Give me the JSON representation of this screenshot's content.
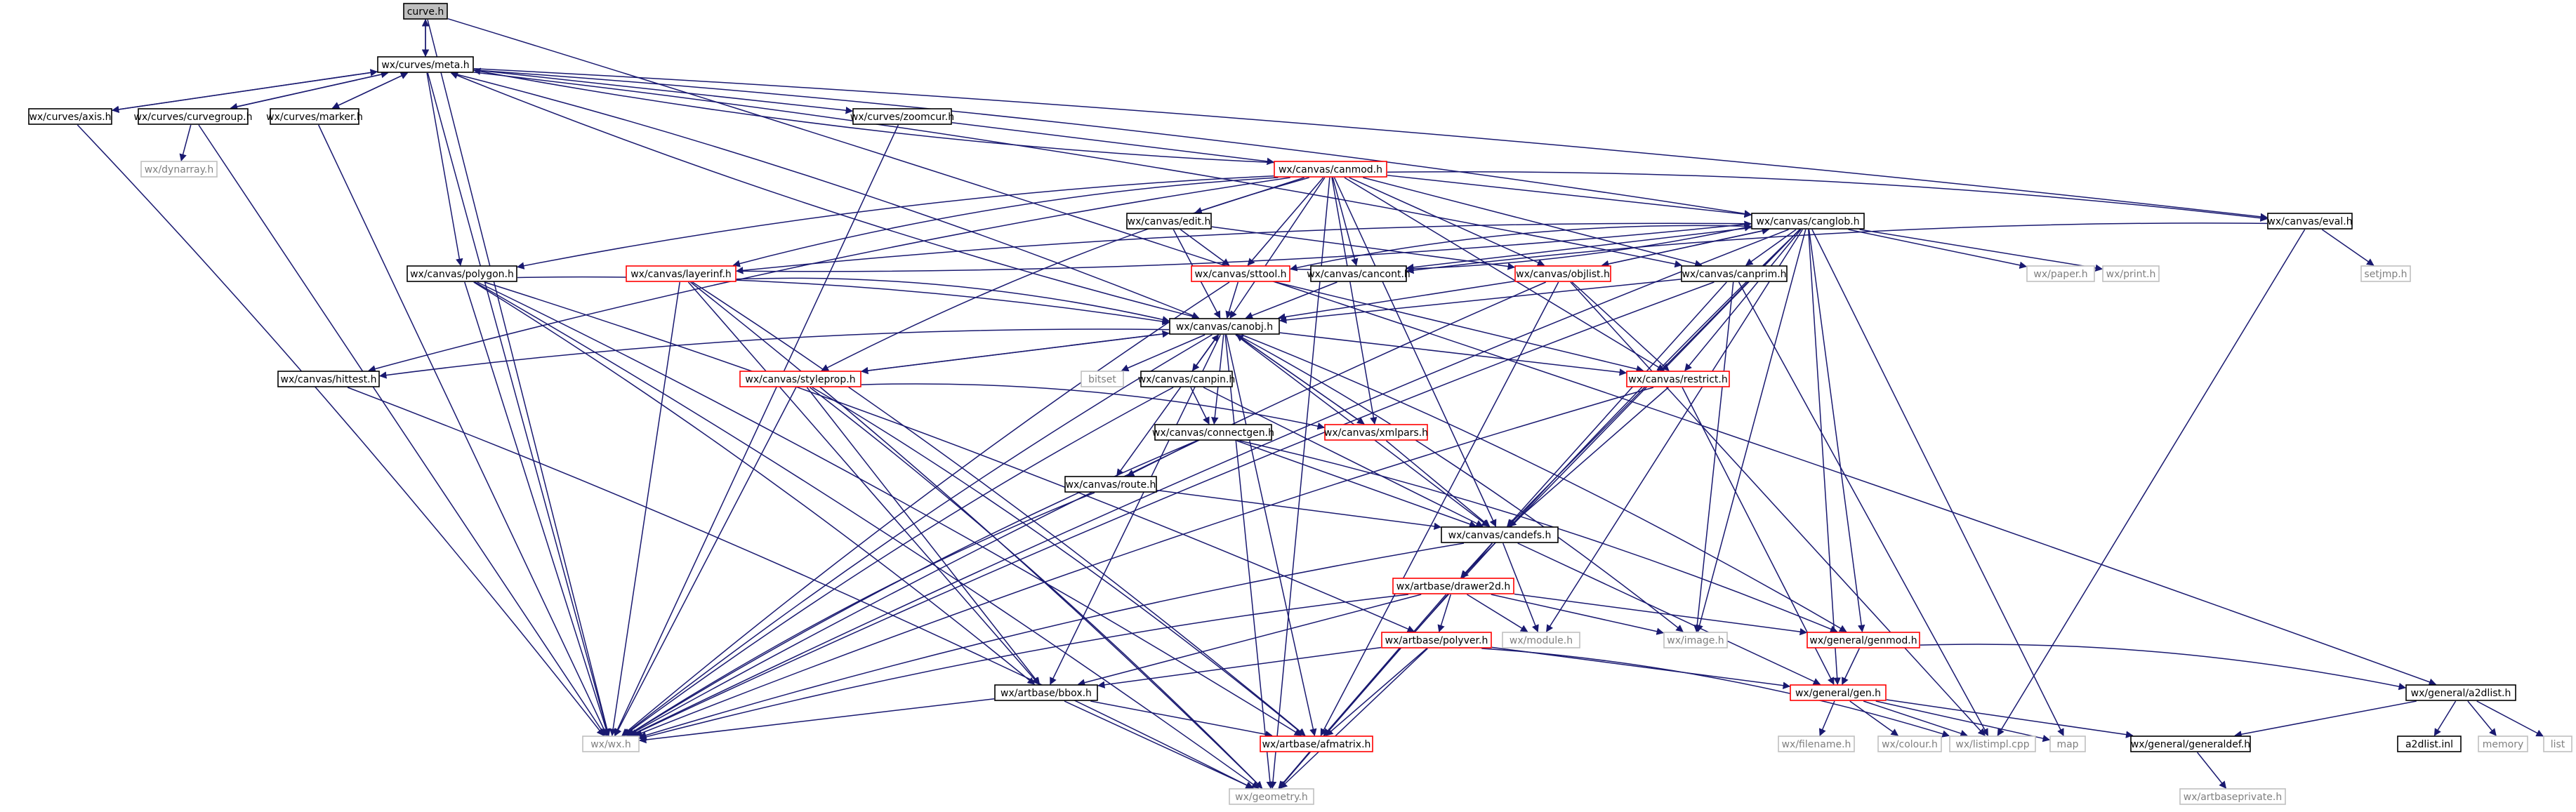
{
  "colors": {
    "edge": "#191970",
    "node_border": "#000000",
    "node_border_incomplete": "#ff0000",
    "external_border": "#bfbfbf",
    "external_text": "#7f7f7f",
    "root_fill": "#bfbfbf",
    "text": "#000000"
  },
  "nodes": [
    {
      "id": "curve",
      "label": "curve.h",
      "kind": "root"
    },
    {
      "id": "meta",
      "label": "wx/curves/meta.h",
      "kind": "normal"
    },
    {
      "id": "axis",
      "label": "wx/curves/axis.h",
      "kind": "normal"
    },
    {
      "id": "curvegroup",
      "label": "wx/curves/curvegroup.h",
      "kind": "normal"
    },
    {
      "id": "marker",
      "label": "wx/curves/marker.h",
      "kind": "normal"
    },
    {
      "id": "zoomcur",
      "label": "wx/curves/zoomcur.h",
      "kind": "normal"
    },
    {
      "id": "dynarray",
      "label": "wx/dynarray.h",
      "kind": "external"
    },
    {
      "id": "canmod",
      "label": "wx/canvas/canmod.h",
      "kind": "incomplete"
    },
    {
      "id": "edit",
      "label": "wx/canvas/edit.h",
      "kind": "normal"
    },
    {
      "id": "canglob",
      "label": "wx/canvas/canglob.h",
      "kind": "normal"
    },
    {
      "id": "eval",
      "label": "wx/canvas/eval.h",
      "kind": "normal"
    },
    {
      "id": "setjmp",
      "label": "setjmp.h",
      "kind": "external"
    },
    {
      "id": "polygon",
      "label": "wx/canvas/polygon.h",
      "kind": "normal"
    },
    {
      "id": "layerinf",
      "label": "wx/canvas/layerinf.h",
      "kind": "incomplete"
    },
    {
      "id": "sttool",
      "label": "wx/canvas/sttool.h",
      "kind": "incomplete"
    },
    {
      "id": "cancont",
      "label": "wx/canvas/cancont.h",
      "kind": "normal"
    },
    {
      "id": "objlist",
      "label": "wx/canvas/objlist.h",
      "kind": "incomplete"
    },
    {
      "id": "canprim",
      "label": "wx/canvas/canprim.h",
      "kind": "normal"
    },
    {
      "id": "paper",
      "label": "wx/paper.h",
      "kind": "external"
    },
    {
      "id": "print",
      "label": "wx/print.h",
      "kind": "external"
    },
    {
      "id": "canobj",
      "label": "wx/canvas/canobj.h",
      "kind": "normal"
    },
    {
      "id": "hittest",
      "label": "wx/canvas/hittest.h",
      "kind": "normal"
    },
    {
      "id": "styleprop",
      "label": "wx/canvas/styleprop.h",
      "kind": "incomplete"
    },
    {
      "id": "bitset",
      "label": "bitset",
      "kind": "external"
    },
    {
      "id": "canpin",
      "label": "wx/canvas/canpin.h",
      "kind": "normal"
    },
    {
      "id": "restrict",
      "label": "wx/canvas/restrict.h",
      "kind": "incomplete"
    },
    {
      "id": "xmlpars",
      "label": "wx/canvas/xmlpars.h",
      "kind": "incomplete"
    },
    {
      "id": "connectgen",
      "label": "wx/canvas/connectgen.h",
      "kind": "normal"
    },
    {
      "id": "route",
      "label": "wx/canvas/route.h",
      "kind": "normal"
    },
    {
      "id": "candefs",
      "label": "wx/canvas/candefs.h",
      "kind": "normal"
    },
    {
      "id": "drawer2d",
      "label": "wx/artbase/drawer2d.h",
      "kind": "incomplete"
    },
    {
      "id": "polyver",
      "label": "wx/artbase/polyver.h",
      "kind": "incomplete"
    },
    {
      "id": "module",
      "label": "wx/module.h",
      "kind": "external"
    },
    {
      "id": "image",
      "label": "wx/image.h",
      "kind": "external"
    },
    {
      "id": "genmod",
      "label": "wx/general/genmod.h",
      "kind": "incomplete"
    },
    {
      "id": "bbox",
      "label": "wx/artbase/bbox.h",
      "kind": "normal"
    },
    {
      "id": "gen",
      "label": "wx/general/gen.h",
      "kind": "incomplete"
    },
    {
      "id": "a2dlist",
      "label": "wx/general/a2dlist.h",
      "kind": "normal"
    },
    {
      "id": "wx",
      "label": "wx/wx.h",
      "kind": "external"
    },
    {
      "id": "afmatrix",
      "label": "wx/artbase/afmatrix.h",
      "kind": "incomplete"
    },
    {
      "id": "filename",
      "label": "wx/filename.h",
      "kind": "external"
    },
    {
      "id": "colour",
      "label": "wx/colour.h",
      "kind": "external"
    },
    {
      "id": "listimpl",
      "label": "wx/listimpl.cpp",
      "kind": "external"
    },
    {
      "id": "map",
      "label": "map",
      "kind": "external"
    },
    {
      "id": "generaldef",
      "label": "wx/general/generaldef.h",
      "kind": "normal"
    },
    {
      "id": "a2dlistinl",
      "label": "a2dlist.inl",
      "kind": "normal"
    },
    {
      "id": "memory",
      "label": "memory",
      "kind": "external"
    },
    {
      "id": "list",
      "label": "list",
      "kind": "external"
    },
    {
      "id": "geometry",
      "label": "wx/geometry.h",
      "kind": "external"
    },
    {
      "id": "artbaseprivate",
      "label": "wx/artbaseprivate.h",
      "kind": "external"
    }
  ],
  "edges": [
    [
      "curve",
      "meta"
    ],
    [
      "curve",
      "wx"
    ],
    [
      "curve",
      "a2dlist"
    ],
    [
      "meta",
      "curve"
    ],
    [
      "meta",
      "axis"
    ],
    [
      "meta",
      "curvegroup"
    ],
    [
      "meta",
      "marker"
    ],
    [
      "meta",
      "zoomcur"
    ],
    [
      "meta",
      "polygon"
    ],
    [
      "meta",
      "canglob"
    ],
    [
      "meta",
      "eval"
    ],
    [
      "meta",
      "canobj"
    ],
    [
      "meta",
      "canprim"
    ],
    [
      "meta",
      "wx"
    ],
    [
      "axis",
      "meta"
    ],
    [
      "axis",
      "wx"
    ],
    [
      "curvegroup",
      "meta"
    ],
    [
      "curvegroup",
      "dynarray"
    ],
    [
      "curvegroup",
      "wx"
    ],
    [
      "marker",
      "meta"
    ],
    [
      "marker",
      "wx"
    ],
    [
      "zoomcur",
      "canmod"
    ],
    [
      "zoomcur",
      "wx"
    ],
    [
      "canmod",
      "meta"
    ],
    [
      "canmod",
      "edit"
    ],
    [
      "canmod",
      "canglob"
    ],
    [
      "canmod",
      "eval"
    ],
    [
      "canmod",
      "polygon"
    ],
    [
      "canmod",
      "layerinf"
    ],
    [
      "canmod",
      "sttool"
    ],
    [
      "canmod",
      "cancont"
    ],
    [
      "canmod",
      "objlist"
    ],
    [
      "canmod",
      "canprim"
    ],
    [
      "canmod",
      "canobj"
    ],
    [
      "canmod",
      "hittest"
    ],
    [
      "canmod",
      "styleprop"
    ],
    [
      "canmod",
      "restrict"
    ],
    [
      "canmod",
      "xmlpars"
    ],
    [
      "canmod",
      "candefs"
    ],
    [
      "canmod",
      "geometry"
    ],
    [
      "edit",
      "sttool"
    ],
    [
      "edit",
      "canobj"
    ],
    [
      "edit",
      "objlist"
    ],
    [
      "canglob",
      "layerinf"
    ],
    [
      "canglob",
      "sttool"
    ],
    [
      "canglob",
      "cancont"
    ],
    [
      "canglob",
      "objlist"
    ],
    [
      "canglob",
      "canprim"
    ],
    [
      "canglob",
      "paper"
    ],
    [
      "canglob",
      "print"
    ],
    [
      "canglob",
      "restrict"
    ],
    [
      "canglob",
      "candefs"
    ],
    [
      "canglob",
      "drawer2d"
    ],
    [
      "canglob",
      "module"
    ],
    [
      "canglob",
      "image"
    ],
    [
      "canglob",
      "genmod"
    ],
    [
      "canglob",
      "gen"
    ],
    [
      "canglob",
      "map"
    ],
    [
      "canglob",
      "geometry"
    ],
    [
      "canglob",
      "wx"
    ],
    [
      "eval",
      "setjmp"
    ],
    [
      "eval",
      "cancont"
    ],
    [
      "eval",
      "listimpl"
    ],
    [
      "polygon",
      "canobj"
    ],
    [
      "polygon",
      "polyver"
    ],
    [
      "polygon",
      "bbox"
    ],
    [
      "polygon",
      "afmatrix"
    ],
    [
      "polygon",
      "wx"
    ],
    [
      "polygon",
      "geometry"
    ],
    [
      "layerinf",
      "canglob"
    ],
    [
      "layerinf",
      "canobj"
    ],
    [
      "layerinf",
      "bbox"
    ],
    [
      "layerinf",
      "afmatrix"
    ],
    [
      "layerinf",
      "wx"
    ],
    [
      "layerinf",
      "geometry"
    ],
    [
      "sttool",
      "canglob"
    ],
    [
      "sttool",
      "canobj"
    ],
    [
      "sttool",
      "restrict"
    ],
    [
      "sttool",
      "wx"
    ],
    [
      "cancont",
      "canobj"
    ],
    [
      "objlist",
      "canglob"
    ],
    [
      "objlist",
      "canobj"
    ],
    [
      "objlist",
      "restrict"
    ],
    [
      "objlist",
      "afmatrix"
    ],
    [
      "objlist",
      "listimpl"
    ],
    [
      "objlist",
      "wx"
    ],
    [
      "canprim",
      "canobj"
    ],
    [
      "canprim",
      "candefs"
    ],
    [
      "canprim",
      "image"
    ],
    [
      "canprim",
      "listimpl"
    ],
    [
      "canprim",
      "wx"
    ],
    [
      "canobj",
      "meta"
    ],
    [
      "canobj",
      "hittest"
    ],
    [
      "canobj",
      "styleprop"
    ],
    [
      "canobj",
      "bitset"
    ],
    [
      "canobj",
      "canpin"
    ],
    [
      "canobj",
      "restrict"
    ],
    [
      "canobj",
      "xmlpars"
    ],
    [
      "canobj",
      "connectgen"
    ],
    [
      "canobj",
      "route"
    ],
    [
      "canobj",
      "candefs"
    ],
    [
      "canobj",
      "bbox"
    ],
    [
      "canobj",
      "afmatrix"
    ],
    [
      "canobj",
      "image"
    ],
    [
      "canobj",
      "genmod"
    ],
    [
      "canobj",
      "geometry"
    ],
    [
      "canobj",
      "wx"
    ],
    [
      "hittest",
      "geometry"
    ],
    [
      "styleprop",
      "canobj"
    ],
    [
      "styleprop",
      "xmlpars"
    ],
    [
      "styleprop",
      "bbox"
    ],
    [
      "styleprop",
      "afmatrix"
    ],
    [
      "styleprop",
      "geometry"
    ],
    [
      "styleprop",
      "wx"
    ],
    [
      "canpin",
      "canobj"
    ],
    [
      "canpin",
      "connectgen"
    ],
    [
      "canpin",
      "candefs"
    ],
    [
      "canpin",
      "wx"
    ],
    [
      "restrict",
      "candefs"
    ],
    [
      "restrict",
      "gen"
    ],
    [
      "restrict",
      "wx"
    ],
    [
      "xmlpars",
      "canobj"
    ],
    [
      "xmlpars",
      "candefs"
    ],
    [
      "connectgen",
      "route"
    ],
    [
      "connectgen",
      "candefs"
    ],
    [
      "connectgen",
      "genmod"
    ],
    [
      "connectgen",
      "wx"
    ],
    [
      "route",
      "candefs"
    ],
    [
      "route",
      "wx"
    ],
    [
      "candefs",
      "drawer2d"
    ],
    [
      "candefs",
      "module"
    ],
    [
      "candefs",
      "gen"
    ],
    [
      "candefs",
      "geometry"
    ],
    [
      "candefs",
      "wx"
    ],
    [
      "drawer2d",
      "polyver"
    ],
    [
      "drawer2d",
      "module"
    ],
    [
      "drawer2d",
      "image"
    ],
    [
      "drawer2d",
      "genmod"
    ],
    [
      "drawer2d",
      "bbox"
    ],
    [
      "drawer2d",
      "afmatrix"
    ],
    [
      "drawer2d",
      "wx"
    ],
    [
      "polyver",
      "gen"
    ],
    [
      "polyver",
      "bbox"
    ],
    [
      "polyver",
      "afmatrix"
    ],
    [
      "polyver",
      "listimpl"
    ],
    [
      "polyver",
      "geometry"
    ],
    [
      "genmod",
      "gen"
    ],
    [
      "genmod",
      "a2dlist"
    ],
    [
      "bbox",
      "afmatrix"
    ],
    [
      "bbox",
      "geometry"
    ],
    [
      "bbox",
      "wx"
    ],
    [
      "gen",
      "filename"
    ],
    [
      "gen",
      "colour"
    ],
    [
      "gen",
      "listimpl"
    ],
    [
      "gen",
      "map"
    ],
    [
      "gen",
      "generaldef"
    ],
    [
      "a2dlist",
      "generaldef"
    ],
    [
      "a2dlist",
      "a2dlistinl"
    ],
    [
      "a2dlist",
      "memory"
    ],
    [
      "a2dlist",
      "list"
    ],
    [
      "generaldef",
      "artbaseprivate"
    ],
    [
      "afmatrix",
      "geometry"
    ]
  ]
}
